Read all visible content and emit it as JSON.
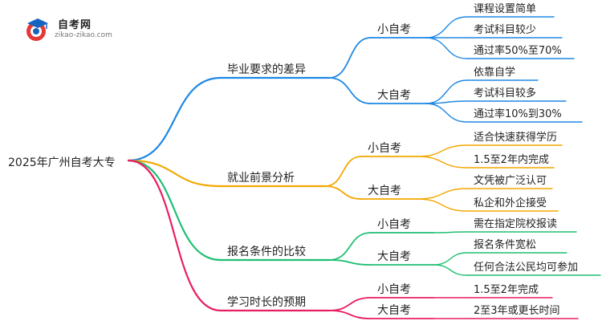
{
  "logo": {
    "title": "自考网",
    "url": "zikao-zikao.com",
    "icon": "graduation-cap-logo"
  },
  "root": "2025年广州自考大专",
  "branches": [
    {
      "label": "毕业要求的差异",
      "color": "#1e88e5",
      "children": [
        {
          "label": "小自考",
          "leaves": [
            "课程设置简单",
            "考试科目较少",
            "通过率50%至70%"
          ]
        },
        {
          "label": "大自考",
          "leaves": [
            "依靠自学",
            "考试科目较多",
            "通过率10%到30%"
          ]
        }
      ]
    },
    {
      "label": "就业前景分析",
      "color": "#f4a700",
      "children": [
        {
          "label": "小自考",
          "leaves": [
            "适合快速获得学历",
            "1.5至2年内完成"
          ]
        },
        {
          "label": "大自考",
          "leaves": [
            "文凭被广泛认可",
            "私企和外企接受"
          ]
        }
      ]
    },
    {
      "label": "报名条件的比较",
      "color": "#1fbf73",
      "children": [
        {
          "label": "小自考",
          "leaves": [
            "需在指定院校报读"
          ]
        },
        {
          "label": "大自考",
          "leaves": [
            "报名条件宽松",
            "任何合法公民均可参加"
          ]
        }
      ]
    },
    {
      "label": "学习时长的预期",
      "color": "#e91e63",
      "children": [
        {
          "label": "小自考",
          "leaves": [
            "1.5至2年完成"
          ]
        },
        {
          "label": "大自考",
          "leaves": [
            "2至3年或更长时间"
          ]
        }
      ]
    }
  ]
}
